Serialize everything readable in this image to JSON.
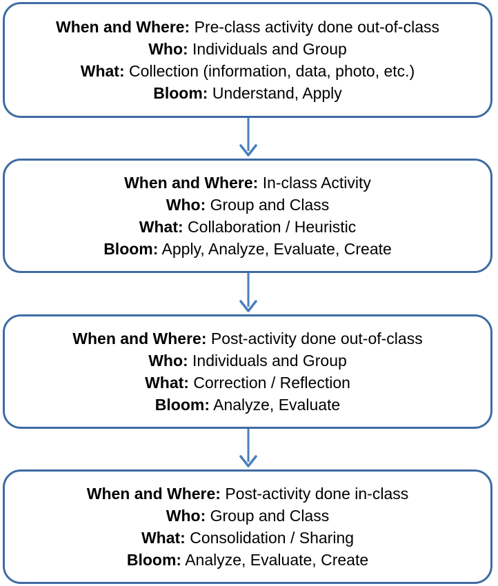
{
  "steps": [
    {
      "when_label": "When and Where:",
      "when_value": " Pre-class activity done out-of-class",
      "who_label": "Who:",
      "who_value": " Individuals and Group",
      "what_label": "What:",
      "what_value": " Collection (information, data, photo, etc.)",
      "bloom_label": "Bloom:",
      "bloom_value": " Understand, Apply"
    },
    {
      "when_label": "When and Where:",
      "when_value": " In-class Activity",
      "who_label": "Who:",
      "who_value": " Group and Class",
      "what_label": "What:",
      "what_value": " Collaboration / Heuristic",
      "bloom_label": "Bloom:",
      "bloom_value": " Apply, Analyze, Evaluate, Create"
    },
    {
      "when_label": "When and Where:",
      "when_value": " Post-activity done out-of-class",
      "who_label": "Who:",
      "who_value": " Individuals and Group",
      "what_label": "What:",
      "what_value": " Correction / Reflection",
      "bloom_label": "Bloom:",
      "bloom_value": " Analyze, Evaluate"
    },
    {
      "when_label": "When and Where:",
      "when_value": " Post-activity done in-class",
      "who_label": "Who:",
      "who_value": " Group and Class",
      "what_label": "What:",
      "what_value": " Consolidation / Sharing",
      "bloom_label": "Bloom:",
      "bloom_value": " Analyze, Evaluate, Create"
    }
  ],
  "colors": {
    "border": "#3d6ba3",
    "arrow": "#4a7ebb",
    "text": "#000000",
    "background": "#ffffff"
  },
  "icons": {
    "connector": "arrow-down-icon"
  }
}
